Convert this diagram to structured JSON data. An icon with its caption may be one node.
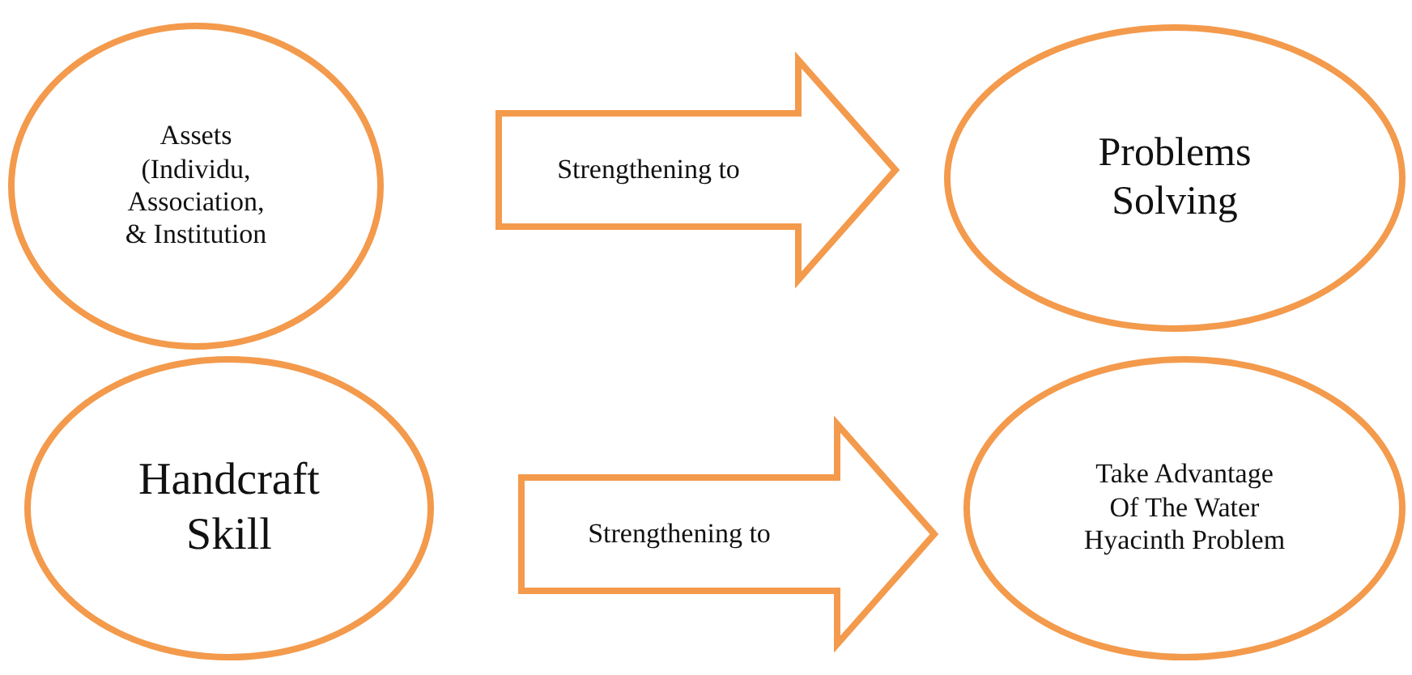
{
  "diagram": {
    "nodes": [
      {
        "text": [
          "Assets (Individu, Association, & Institution"
        ]
      },
      {
        "text": [
          "Problems Solving"
        ]
      },
      {
        "text": [
          "Handcraft Skill"
        ]
      },
      {
        "text": [
          "Take Advantage Of The Water Hyacinth Problem"
        ]
      }
    ],
    "edges": [
      {
        "from": 0,
        "to": 1,
        "arrow": "to",
        "label": "Strengthening to"
      },
      {
        "from": 2,
        "to": 3,
        "arrow": "to",
        "label": "Strengthening to"
      }
    ]
  }
}
